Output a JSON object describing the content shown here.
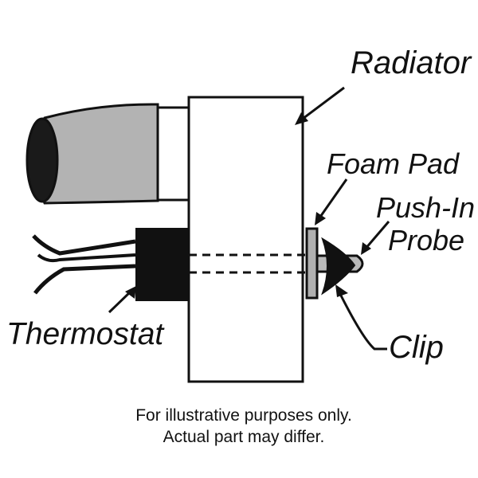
{
  "labels": {
    "radiator": "Radiator",
    "foam_pad": "Foam Pad",
    "probe_line1": "Push-In",
    "probe_line2": "Probe",
    "thermostat": "Thermostat",
    "clip": "Clip"
  },
  "disclaimer": {
    "line1": "For illustrative purposes only.",
    "line2": "Actual part may differ."
  },
  "colors": {
    "ink": "#111111",
    "hose": "#b3b3b3",
    "pad": "#b0b0b0",
    "probe": "#b9b9b9",
    "background": "#ffffff"
  }
}
